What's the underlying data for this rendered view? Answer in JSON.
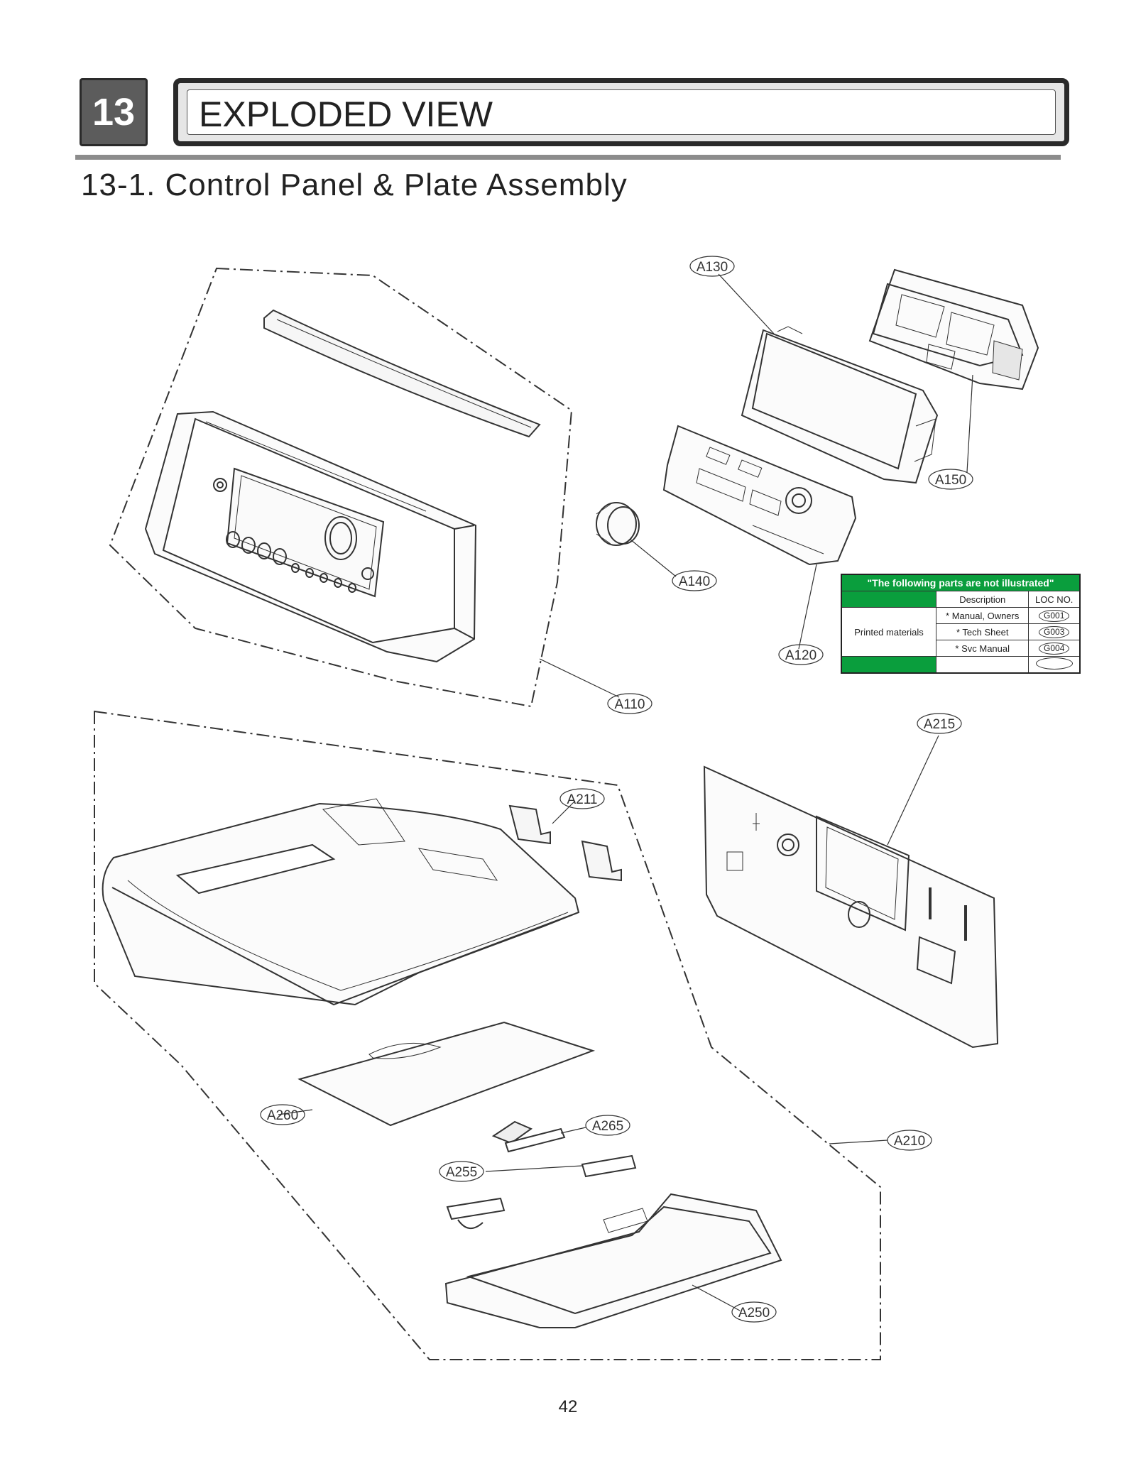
{
  "header": {
    "chapter_number": "13",
    "chapter_title": "EXPLODED VIEW",
    "section_title": "13-1. Control Panel & Plate Assembly"
  },
  "callouts": {
    "a110": "A110",
    "a120": "A120",
    "a130": "A130",
    "a140": "A140",
    "a150": "A150",
    "a210": "A210",
    "a211": "A211",
    "a215": "A215",
    "a250": "A250",
    "a255": "A255",
    "a260": "A260",
    "a265": "A265"
  },
  "parts_table": {
    "header": "\"The following parts are not illustrated\"",
    "col_description": "Description",
    "col_loc": "LOC NO.",
    "group_label": "Printed materials",
    "rows": [
      {
        "description": "* Manual, Owners",
        "loc": "G001"
      },
      {
        "description": "* Tech Sheet",
        "loc": "G003"
      },
      {
        "description": "* Svc Manual",
        "loc": "G004"
      }
    ]
  },
  "footer": {
    "page_number": "42"
  }
}
